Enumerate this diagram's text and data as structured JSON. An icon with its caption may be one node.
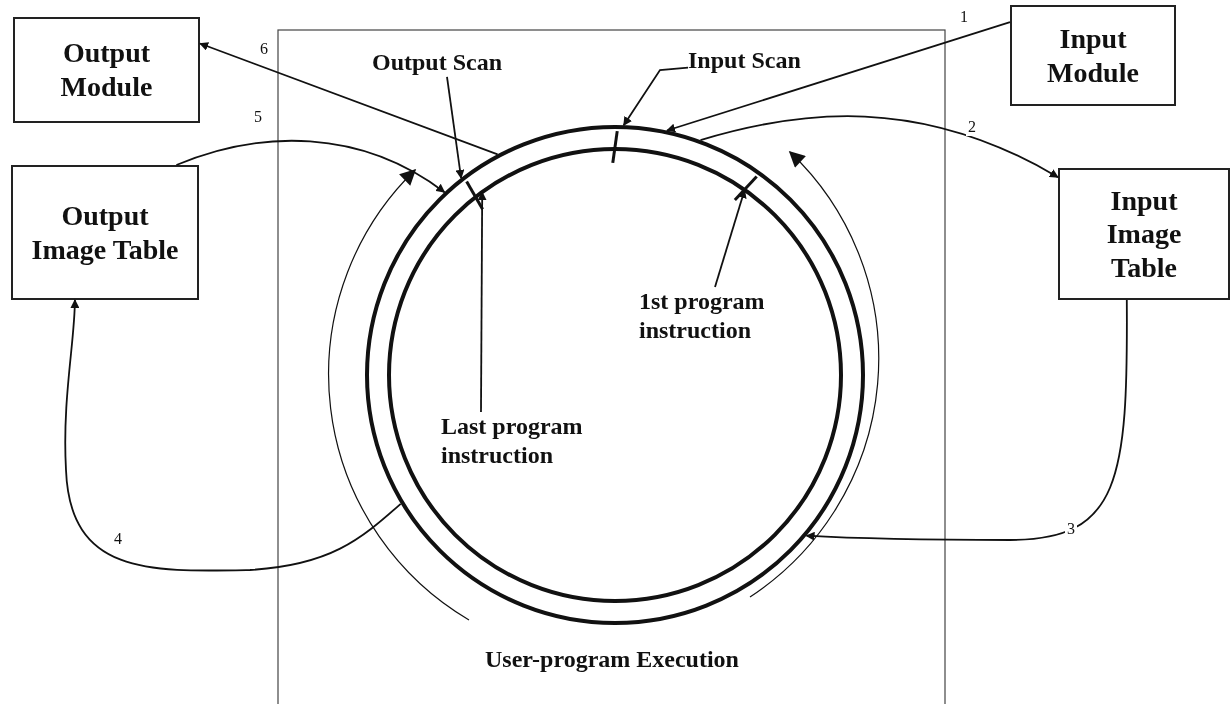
{
  "diagram": {
    "nodes": [
      {
        "text": [
          "Output Module"
        ]
      },
      {
        "text": [
          "Input Module"
        ]
      },
      {
        "text": [
          "Output Image Table"
        ]
      },
      {
        "text": [
          "Input Image Table"
        ]
      },
      {
        "text": [],
        "shape": "circle"
      },
      {
        "text": [
          "Output Scan"
        ]
      },
      {
        "text": [
          "Input Scan"
        ]
      },
      {
        "text": [
          "1st program instruction"
        ],
        "in": 4
      },
      {
        "text": [
          "Last program instruction"
        ],
        "in": 4
      }
    ],
    "edges": [
      {
        "from": 1,
        "to": 4,
        "arrow": "to",
        "label": "1"
      },
      {
        "from": 4,
        "to": 3,
        "arrow": "to",
        "label": "2"
      },
      {
        "from": 3,
        "to": 4,
        "arrow": "to",
        "label": "3"
      },
      {
        "from": 4,
        "to": 2,
        "arrow": "to",
        "label": "4"
      },
      {
        "from": 2,
        "to": 4,
        "arrow": "to",
        "label": "5"
      },
      {
        "from": 4,
        "to": 0,
        "arrow": "to",
        "label": "6"
      },
      {
        "from": 5,
        "to": 4,
        "arrow": "to"
      },
      {
        "from": 6,
        "to": 4,
        "arrow": "to"
      },
      {
        "from": 7,
        "to": 4,
        "arrow": "to"
      },
      {
        "from": 8,
        "to": 4,
        "arrow": "to"
      }
    ],
    "labels": [
      "User-program Execution"
    ]
  }
}
